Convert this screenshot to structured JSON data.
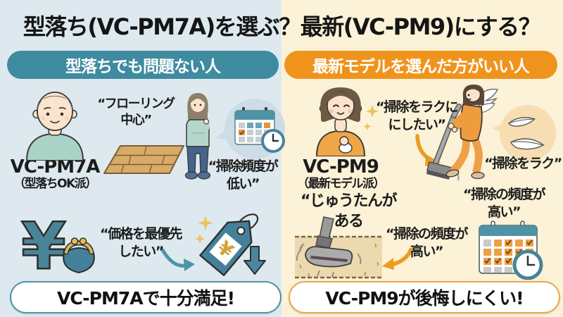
{
  "title": "型落ち(VC-PM7A)を選ぶ？最新(VC-PM9)にする？",
  "left_panel": {
    "header": "型落ちでも問題ない人",
    "model_name": "VC-PM7A",
    "model_tag": "（型落ちOK派）",
    "quote_flooring_l1": "“フローリング",
    "quote_flooring_l2": "中心”",
    "quote_frequency_l1": "“掃除頻度が",
    "quote_frequency_l2": "低い”",
    "quote_price_l1": "“価格を最優先",
    "quote_price_l2": "したい”",
    "yen_symbol": "¥",
    "tag_yen": "¥",
    "conclusion": "VC-PM7Aで十分満足!"
  },
  "right_panel": {
    "header": "最新モデルを選んだ方がいい人",
    "model_name": "VC-PM9",
    "model_tag": "（最新モデル派）",
    "quote_easy_l1": "“掃除をラクに",
    "quote_easy_l2": "にしたい”",
    "quote_easy_short": "“掃除をラク”",
    "quote_carpet_l1": "“じゅうたんが",
    "quote_carpet_l2": "ある",
    "quote_freq_center_l1": "“掃除の頻度が",
    "quote_freq_center_l2": "高い”",
    "quote_freq_right_l1": "“掃除の頻度が",
    "quote_freq_right_l2": "高い”",
    "conclusion": "VC-PM9が後悔しにくい!"
  },
  "colors": {
    "left_background": "#dde9ef",
    "right_background": "#fbf2d7",
    "teal_accent": "#3f8ba0",
    "orange_accent": "#f0931d",
    "gold_accent": "#ecc25a",
    "text": "#1c1c1c"
  }
}
